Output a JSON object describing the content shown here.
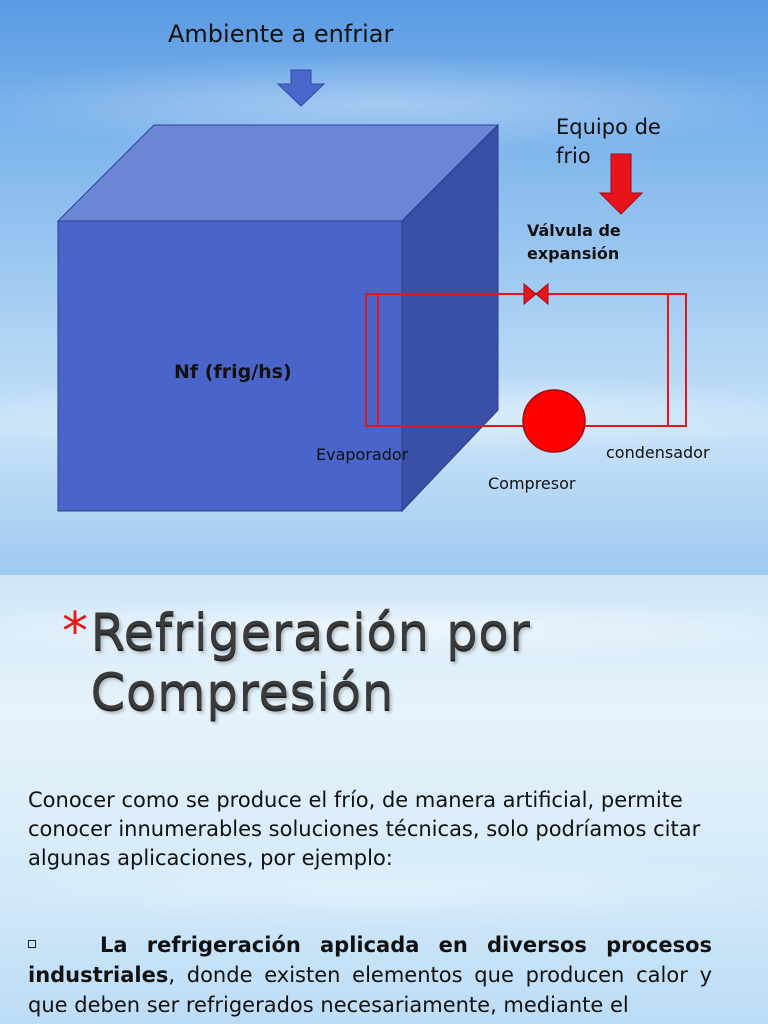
{
  "diagram": {
    "labels": {
      "ambiente": "Ambiente a enfriar",
      "equipo_line1": "Equipo de",
      "equipo_line2": "frio",
      "valvula_line1": "Válvula de",
      "valvula_line2": "expansión",
      "nf": "Nf (frig/hs)",
      "evaporador": "Evaporador",
      "compresor": "Compresor",
      "condensador": "condensador"
    },
    "colors": {
      "cube_front": "#4a65c9",
      "cube_top": "#6a86d4",
      "cube_side": "#3a4fa6",
      "arrow_blue": "#4a68cc",
      "arrow_red": "#e8141b",
      "circuit_red": "#e8141b"
    }
  },
  "slide": {
    "bullet": "*",
    "title_line1": "Refrigeración por",
    "title_line2": "Compresión",
    "intro": "Conocer como se produce el frío, de manera artificial, permite conocer innumerables soluciones técnicas, solo podríamos citar algunas aplicaciones,  por ejemplo:",
    "item_bold": "La refrigeración aplicada en diversos procesos industriales",
    "item_rest": ", donde existen elementos que producen calor y que deben ser refrigerados necesariamente, mediante el",
    "accent_color": "#e21a1a"
  }
}
